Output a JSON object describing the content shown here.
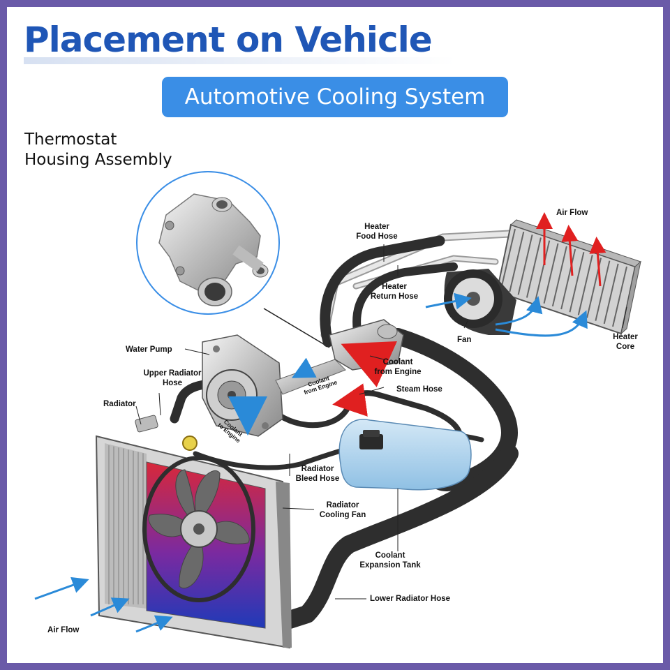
{
  "header": {
    "title": "Placement on Vehicle",
    "subtitle": "Automotive Cooling System",
    "part_name_line1": "Thermostat",
    "part_name_line2": "Housing Assembly"
  },
  "labels": {
    "heater_food_hose_1": "Heater",
    "heater_food_hose_2": "Food Hose",
    "air_flow_top": "Air Flow",
    "heater_return_hose_1": "Heater",
    "heater_return_hose_2": "Return Hose",
    "water_pump": "Water Pump",
    "coolant_from_engine_1": "Coolant",
    "coolant_from_engine_2": "from Engine",
    "fan": "Fan",
    "heater_core_1": "Heater",
    "heater_core_2": "Core",
    "upper_radiator_hose_1": "Upper Radiator",
    "upper_radiator_hose_2": "Hose",
    "small_coolant_from_engine_1": "Coolant",
    "small_coolant_from_engine_2": "from Engine",
    "steam_hose": "Steam Hose",
    "radiator": "Radiator",
    "coolant_to_engine_1": "Coolant",
    "coolant_to_engine_2": "to Engine",
    "radiator_bleed_hose_1": "Radiator",
    "radiator_bleed_hose_2": "Bleed Hose",
    "radiator_cooling_fan_1": "Radiator",
    "radiator_cooling_fan_2": "Cooling Fan",
    "coolant_expansion_tank_1": "Coolant",
    "coolant_expansion_tank_2": "Expansion Tank",
    "lower_radiator_hose": "Lower Radiator Hose",
    "air_flow_bottom": "Air Flow"
  },
  "colors": {
    "frame": "#6a5aa8",
    "title": "#1f56b6",
    "pill": "#3a8ee6",
    "hose": "#2e2e2e",
    "hot_arrow": "#e02020",
    "cold_arrow": "#2a8ad8"
  }
}
